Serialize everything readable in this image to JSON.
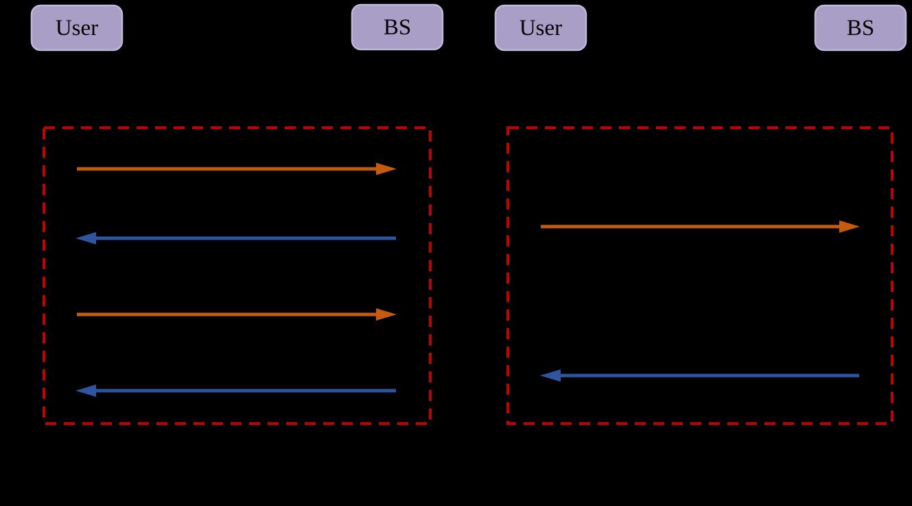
{
  "diagram": {
    "type": "sequence-comparison",
    "background": "#000000",
    "colors": {
      "actor_fill": "#a89ec6",
      "actor_border": "#bfb8d6",
      "actor_text": "#000000",
      "lifeline": "#000000",
      "uplink_arrow": "#c55a11",
      "downlink_arrow": "#2f54a0",
      "group_box": "#c00000"
    },
    "panels": [
      {
        "name": "left-procedure",
        "actors": [
          {
            "label": "User"
          },
          {
            "label": "BS"
          }
        ],
        "messages": [
          {
            "from": "User",
            "to": "BS",
            "direction": "right",
            "color": "#c55a11"
          },
          {
            "from": "BS",
            "to": "User",
            "direction": "left",
            "color": "#2f54a0"
          },
          {
            "from": "User",
            "to": "BS",
            "direction": "right",
            "color": "#c55a11"
          },
          {
            "from": "BS",
            "to": "User",
            "direction": "left",
            "color": "#2f54a0"
          }
        ]
      },
      {
        "name": "right-procedure",
        "actors": [
          {
            "label": "User"
          },
          {
            "label": "BS"
          }
        ],
        "messages": [
          {
            "from": "User",
            "to": "BS",
            "direction": "right",
            "color": "#c55a11"
          },
          {
            "from": "BS",
            "to": "User",
            "direction": "left",
            "color": "#2f54a0"
          }
        ]
      }
    ]
  }
}
